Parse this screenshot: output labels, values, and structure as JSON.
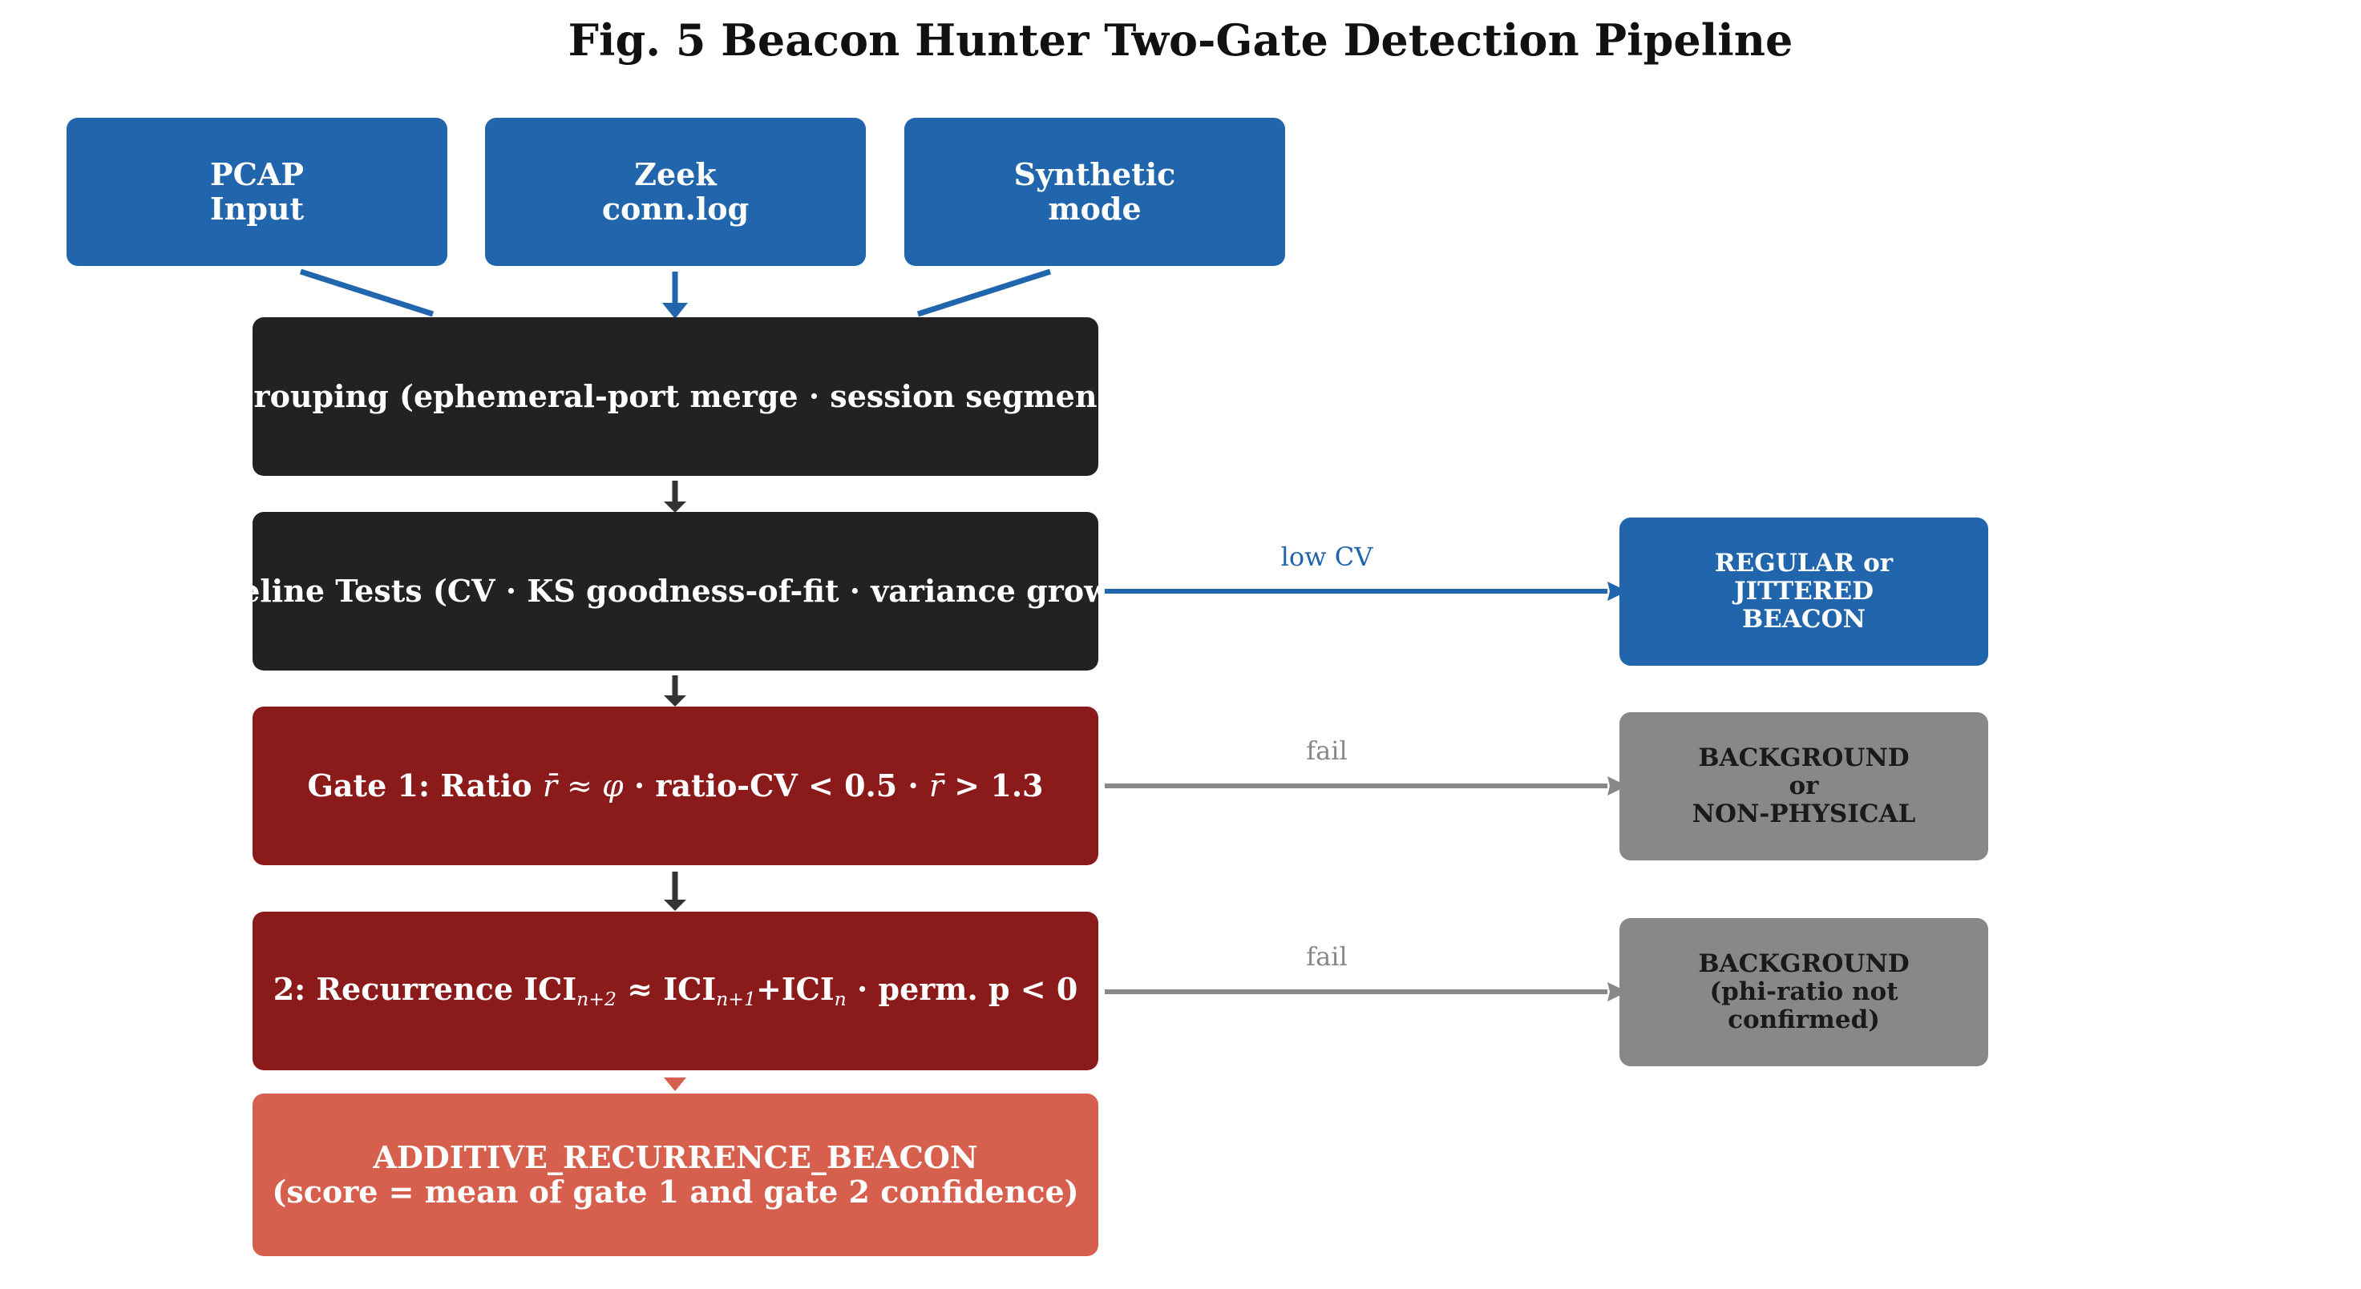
{
  "title": "Fig. 5  Beacon Hunter Two-Gate Detection Pipeline",
  "colors": {
    "source_blue": "#2166ac",
    "stage_dark": "#222222",
    "gate_red": "#8b1a1a",
    "result_salmon": "#d6604d",
    "background_gray": "#888888",
    "arrow_dark": "#333333",
    "arrow_gray": "#888888"
  },
  "sources": [
    {
      "line1": "PCAP",
      "line2": "Input"
    },
    {
      "line1": "Zeek",
      "line2": "conn.log"
    },
    {
      "line1": "Synthetic",
      "line2": "mode"
    }
  ],
  "stages": {
    "grouping": "rouping  (ephemeral-port merge · session segmen",
    "baseline": "eline Tests  (CV · KS goodness-of-fit · variance grow",
    "gate1": {
      "prefix": "Gate 1: Ratio ",
      "r_bar": "r̄",
      "approx_phi": " ≈ φ",
      "sep1": "  ·  ratio-CV < 0.5  ·  ",
      "r_bar2": "r̄",
      "tail": " > 1.3"
    },
    "gate2": {
      "prefix": "2: Recurrence  ICI",
      "sub1": "n+2",
      "mid1": " ≈ ICI",
      "sub2": "n+1",
      "mid2": "+ICI",
      "sub3": "n",
      "tail": "  ·  perm. p < 0"
    },
    "final": {
      "line1": "ADDITIVE_RECURRENCE_BEACON",
      "line2": "(score = mean of gate 1 and gate 2 confidence)"
    }
  },
  "outcomes": {
    "regular": {
      "line1": "REGULAR or",
      "line2": "JITTERED",
      "line3": "BEACON"
    },
    "background1": {
      "line1": "BACKGROUND",
      "line2": "or",
      "line3": "NON-PHYSICAL"
    },
    "background2": {
      "line1": "BACKGROUND",
      "line2": "(phi-ratio not",
      "line3": "confirmed)"
    }
  },
  "edge_labels": {
    "low_cv": "low CV",
    "fail1": "fail",
    "fail2": "fail"
  }
}
